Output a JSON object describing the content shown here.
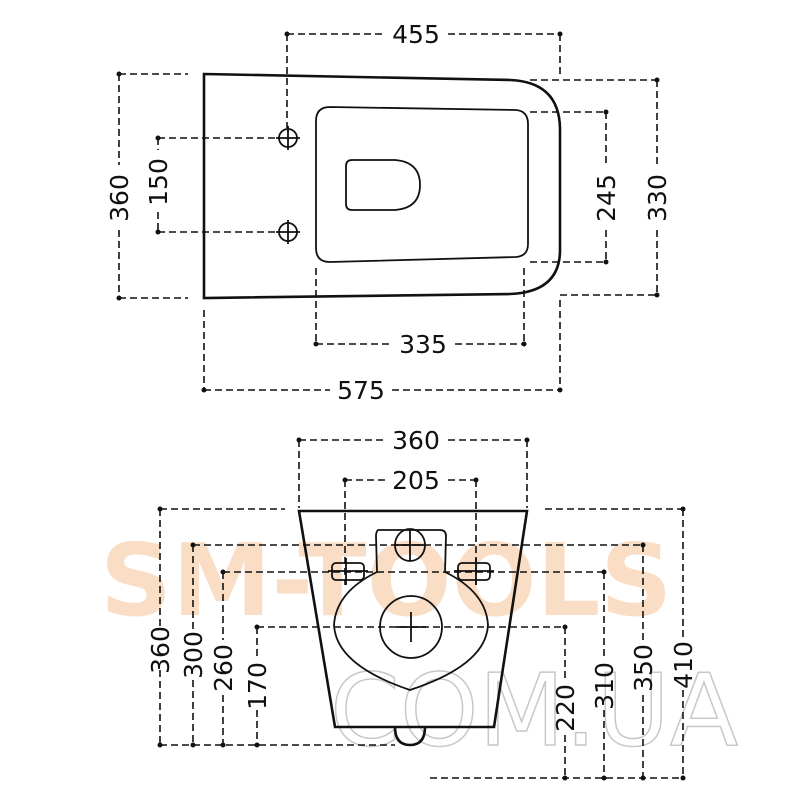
{
  "top_view": {
    "dims": {
      "overall_length_top": "455",
      "width_left": "360",
      "hole_spacing": "150",
      "bowl_width_right": "245",
      "seat_width": "330",
      "bowl_length": "335",
      "overall_length": "575"
    }
  },
  "front_view": {
    "dims": {
      "top_width": "360",
      "bracket_spacing": "205",
      "h_360": "360",
      "h_300": "300",
      "h_260": "260",
      "h_170": "170",
      "h_220": "220",
      "h_310": "310",
      "h_350": "350",
      "h_410": "410"
    }
  },
  "watermark": {
    "line1": "SM-TOOLS",
    "line2": "COM.UA",
    "color": "#f6c9a0"
  }
}
